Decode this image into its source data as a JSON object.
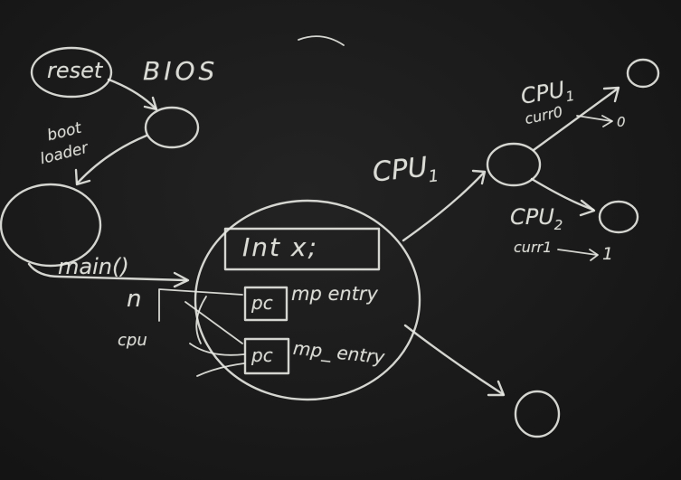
{
  "labels": {
    "reset": "reset",
    "bios": "BIOS",
    "boot_loader_line1": "boot",
    "boot_loader_line2": "loader",
    "main": "main()",
    "int_x": "Int x;",
    "pc_top": "pc",
    "mp_entry_top": "mp entry",
    "pc_bottom": "pc",
    "mp_entry_bottom": "mp_ entry",
    "n": "n",
    "cpu_count": "cpu",
    "cpu1_left": "CPU",
    "cpu1_left_sub": "1",
    "cpu1_right": "CPU",
    "cpu1_right_sub": "1",
    "cpu1_right_note": "curr0",
    "cpu1_right_value": "0",
    "cpu2": "CPU",
    "cpu2_sub": "2",
    "cpu2_note": "curr1",
    "cpu2_value": "1"
  }
}
